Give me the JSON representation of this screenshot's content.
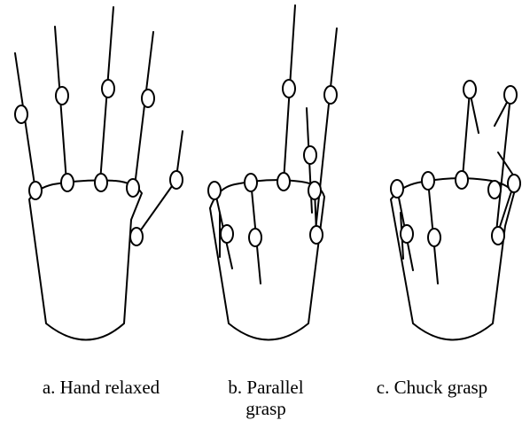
{
  "panels": [
    {
      "id": "a",
      "caption_line1": "a. Hand relaxed",
      "caption_line2": ""
    },
    {
      "id": "b",
      "caption_line1": "b. Parallel",
      "caption_line2": "grasp"
    },
    {
      "id": "c",
      "caption_line1": "c. Chuck grasp",
      "caption_line2": ""
    }
  ],
  "style": {
    "stroke_color": "#000000",
    "background_color": "#ffffff"
  }
}
